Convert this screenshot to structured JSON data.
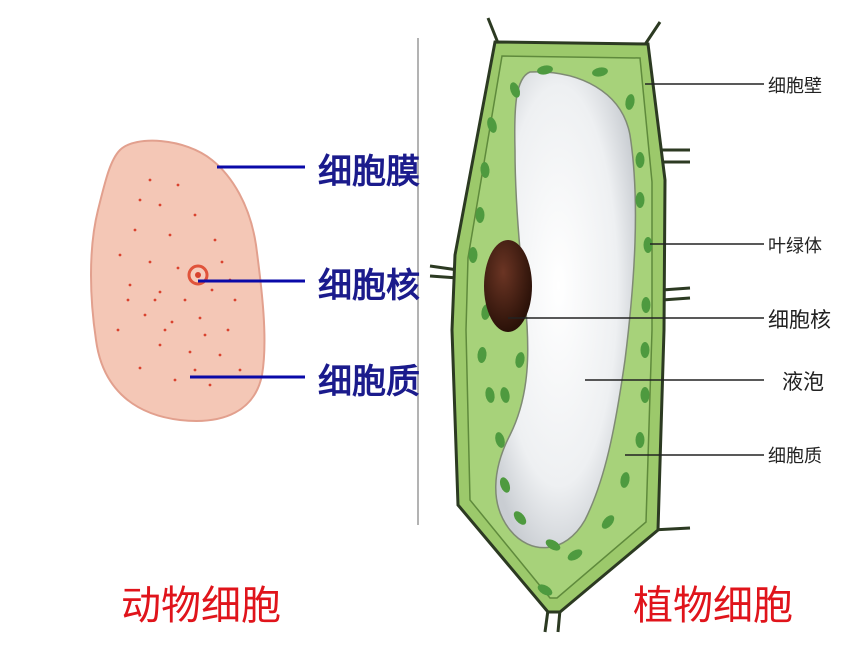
{
  "animal_cell": {
    "labels": {
      "membrane": "细胞膜",
      "nucleus": "细胞核",
      "cytoplasm": "细胞质"
    },
    "caption": "动物细胞"
  },
  "plant_cell": {
    "labels": {
      "cell_wall": "细胞壁",
      "chloroplast": "叶绿体",
      "nucleus": "细胞核",
      "vacuole": "液泡",
      "cytoplasm": "细胞质"
    },
    "caption": "植物细胞"
  },
  "colors": {
    "animal_fill": "#f4c7b6",
    "animal_outline": "#e2a08e",
    "animal_dots": "#d9432f",
    "animal_label": "#1b1b8c",
    "leader_line": "#0a0aa8",
    "plant_wall": "#9cc96b",
    "plant_cytoplasm": "#a7d27a",
    "chloroplast": "#4e9a3f",
    "vacuole": "#eef0f2",
    "nucleus": "#3b1a10",
    "caption": "#e0141b"
  }
}
